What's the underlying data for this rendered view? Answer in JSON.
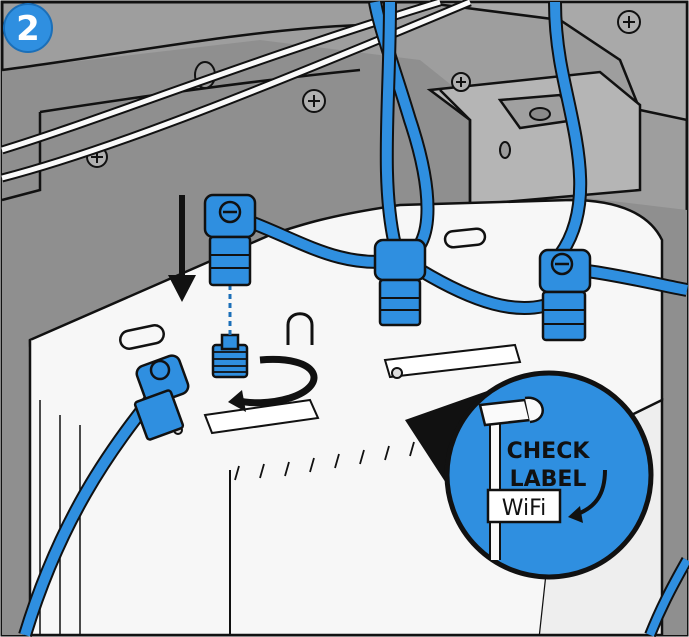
{
  "step": {
    "number": "2"
  },
  "callout": {
    "line1": "CHECK",
    "line2": "LABEL",
    "cable_label": "WiFi"
  },
  "colors": {
    "cable_blue": "#2f8fe0",
    "cable_dark": "#1b6fb8",
    "background_gray": "#9c9c9c",
    "panel_gray": "#b8b8b8",
    "device_white": "#f7f7f7",
    "outline": "#111111"
  },
  "icons": [
    "down-arrow-icon",
    "rotate-arrow-icon",
    "curved-pointer-arrow-icon"
  ]
}
